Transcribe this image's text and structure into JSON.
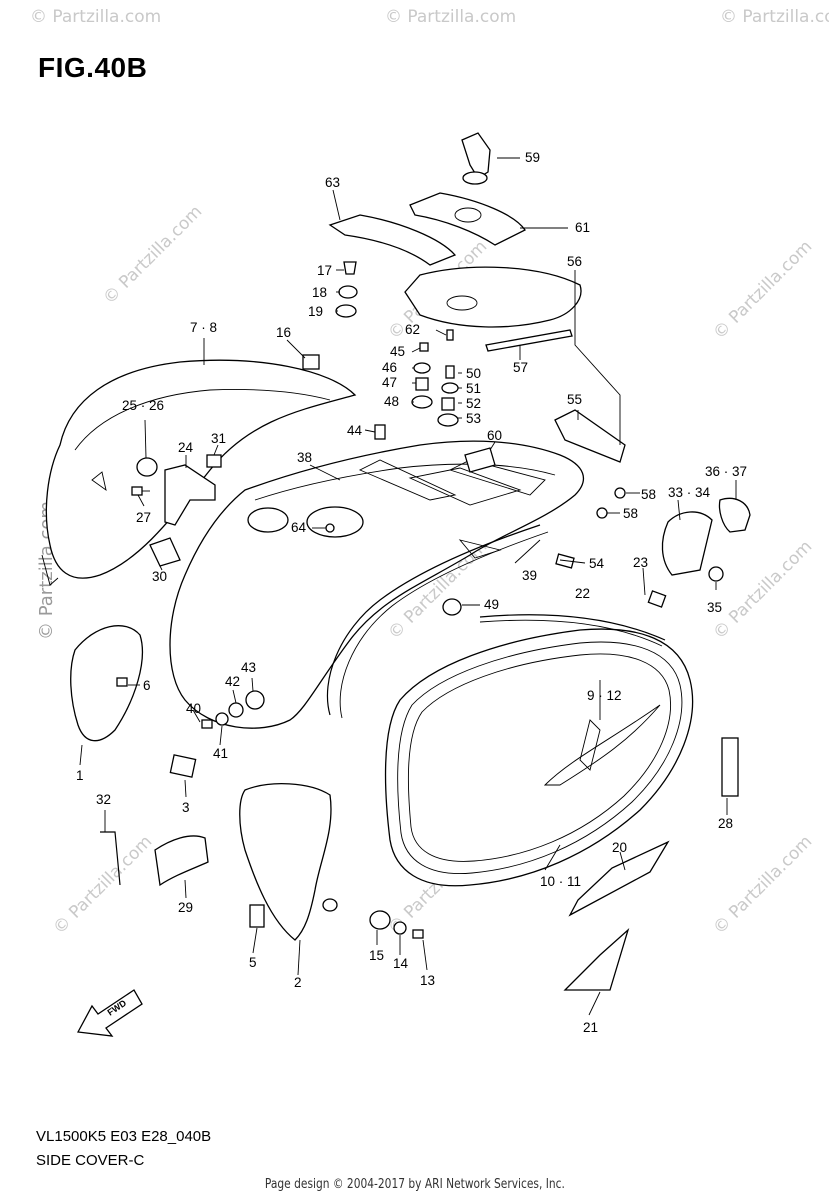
{
  "figure": {
    "title": "FIG.40B",
    "model_code": "VL1500K5 E03 E28_040B",
    "section_name": "SIDE COVER-C"
  },
  "credit": "Page design © 2004-2017 by ARI Network Services, Inc.",
  "watermark": {
    "text": "© Partzilla.com",
    "vertical_text": "© Partzilla.com"
  },
  "fwd_label": "FWD",
  "callouts": {
    "c1": "1",
    "c2": "2",
    "c3": "3",
    "c5": "5",
    "c6": "6",
    "c7_8": "7 · 8",
    "c9_12": "9 · 12",
    "c10_11": "10 · 11",
    "c13": "13",
    "c14": "14",
    "c15": "15",
    "c16": "16",
    "c17": "17",
    "c18": "18",
    "c19": "19",
    "c20": "20",
    "c21": "21",
    "c22": "22",
    "c23": "23",
    "c24": "24",
    "c25_26": "25 · 26",
    "c27": "27",
    "c28": "28",
    "c29": "29",
    "c30": "30",
    "c31": "31",
    "c32": "32",
    "c33_34": "33 · 34",
    "c35": "35",
    "c36_37": "36 · 37",
    "c38": "38",
    "c39": "39",
    "c40": "40",
    "c41": "41",
    "c42": "42",
    "c43": "43",
    "c44": "44",
    "c45": "45",
    "c46": "46",
    "c47": "47",
    "c48": "48",
    "c49": "49",
    "c50": "50",
    "c51": "51",
    "c52": "52",
    "c53": "53",
    "c54": "54",
    "c55": "55",
    "c56": "56",
    "c57": "57",
    "c58a": "58",
    "c58b": "58",
    "c59": "59",
    "c60": "60",
    "c61": "61",
    "c62": "62",
    "c63": "63",
    "c64": "64"
  }
}
